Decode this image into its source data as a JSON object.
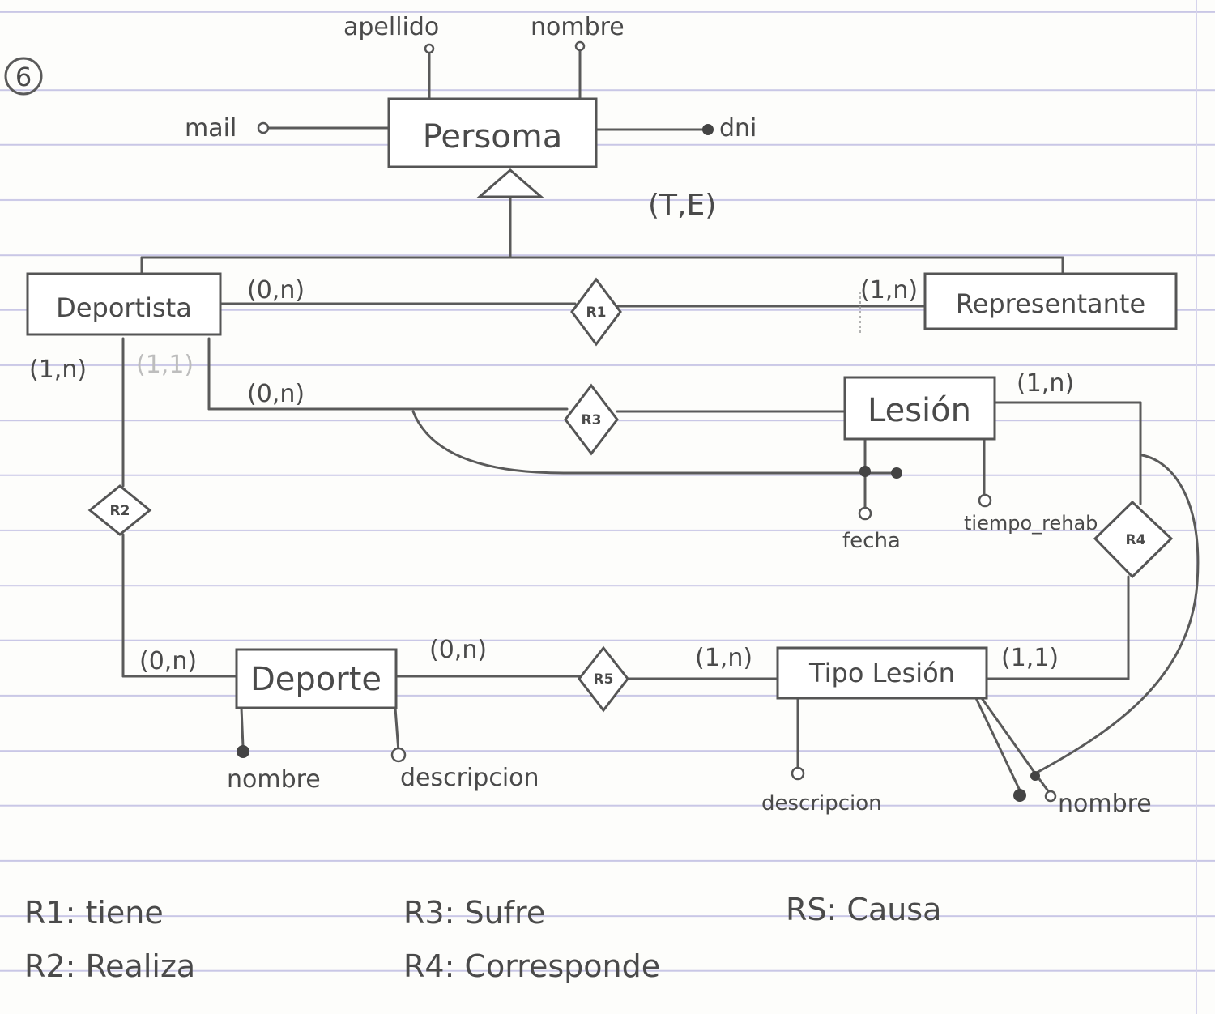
{
  "exercise_number": "6",
  "entities": {
    "persona": "Persoma",
    "deportista": "Deportista",
    "representante": "Representante",
    "lesion": "Lesión",
    "deporte": "Deporte",
    "tipo_lesion": "Tipo Lesión"
  },
  "attributes": {
    "persona_apellido": "apellido",
    "persona_nombre": "nombre",
    "persona_mail": "mail",
    "persona_dni": "dni",
    "lesion_fecha": "fecha",
    "lesion_tiempo": "tiempo_rehab",
    "deporte_nombre": "nombre",
    "deporte_descripcion": "descripcion",
    "tipo_descripcion": "descripcion",
    "tipo_nombre": "nombre"
  },
  "specialization": "(T,E)",
  "relationships": {
    "r1": "R1",
    "r2": "R2",
    "r3": "R3",
    "r4": "R4",
    "r5": "R5"
  },
  "cardinalities": {
    "r1_deportista": "(0,n)",
    "r1_representante": "(1,n)",
    "r2_deportista": "(1,n)",
    "r2_deporte": "(0,n)",
    "r3_deportista": "(0,n)",
    "r3_deportista_faint": "(1,1)",
    "r4_lesion": "(1,n)",
    "r4_tipo": "(1,1)",
    "r5_deporte": "(0,n)",
    "r5_tipo": "(1,n)"
  },
  "legend": {
    "r1": "R1: tiene",
    "r2": "R2: Realiza",
    "r3": "R3: Sufre",
    "r4": "R4: Corresponde",
    "r5": "RS: Causa"
  }
}
